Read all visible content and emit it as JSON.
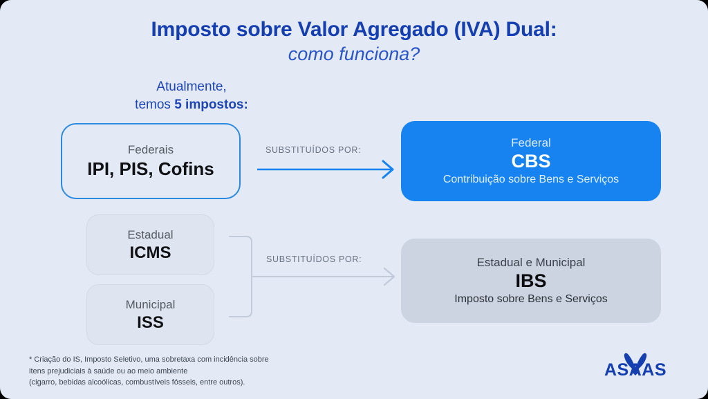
{
  "theme": {
    "background": "#e3eaf5",
    "title_color": "#153fb0",
    "subtitle_color": "#2a55c8",
    "accent_blue": "#1683f0",
    "outline_blue": "#2b8ae0",
    "soft_card": "#dfe5f0",
    "muted_card": "#ccd4e2",
    "connector_gray": "#c3cbdb",
    "label_gray": "#6a7180"
  },
  "title": {
    "main": "Imposto sobre Valor Agregado (IVA) Dual:",
    "sub": "como funciona?"
  },
  "leadin": {
    "line1": "Atualmente,",
    "line2_prefix": "temos ",
    "line2_strong": "5 impostos:"
  },
  "current_taxes": [
    {
      "eyebrow": "Federais",
      "acronym": "IPI, PIS, Cofins"
    },
    {
      "eyebrow": "Estadual",
      "acronym": "ICMS"
    },
    {
      "eyebrow": "Municipal",
      "acronym": "ISS"
    }
  ],
  "new_taxes": [
    {
      "eyebrow": "Federal",
      "acronym": "CBS",
      "expansion": "Contribuição sobre Bens e Serviços"
    },
    {
      "eyebrow": "Estadual e Municipal",
      "acronym": "IBS",
      "expansion": "Imposto sobre Bens e Serviços"
    }
  ],
  "connectors": [
    {
      "label": "SUBSTITUÍDOS POR:"
    },
    {
      "label": "SUBSTITUÍDOS POR:"
    }
  ],
  "footnote": {
    "line1": "* Criação do IS, Imposto Seletivo, uma sobretaxa com incidência sobre",
    "line2": "itens prejudiciais à saúde ou ao meio ambiente",
    "line3": "(cigarro, bebidas alcoólicas, combustíveis fósseis, entre outros)."
  },
  "logo": {
    "text": "ASAAS",
    "color": "#153fb0",
    "icon": "butterfly-icon"
  }
}
